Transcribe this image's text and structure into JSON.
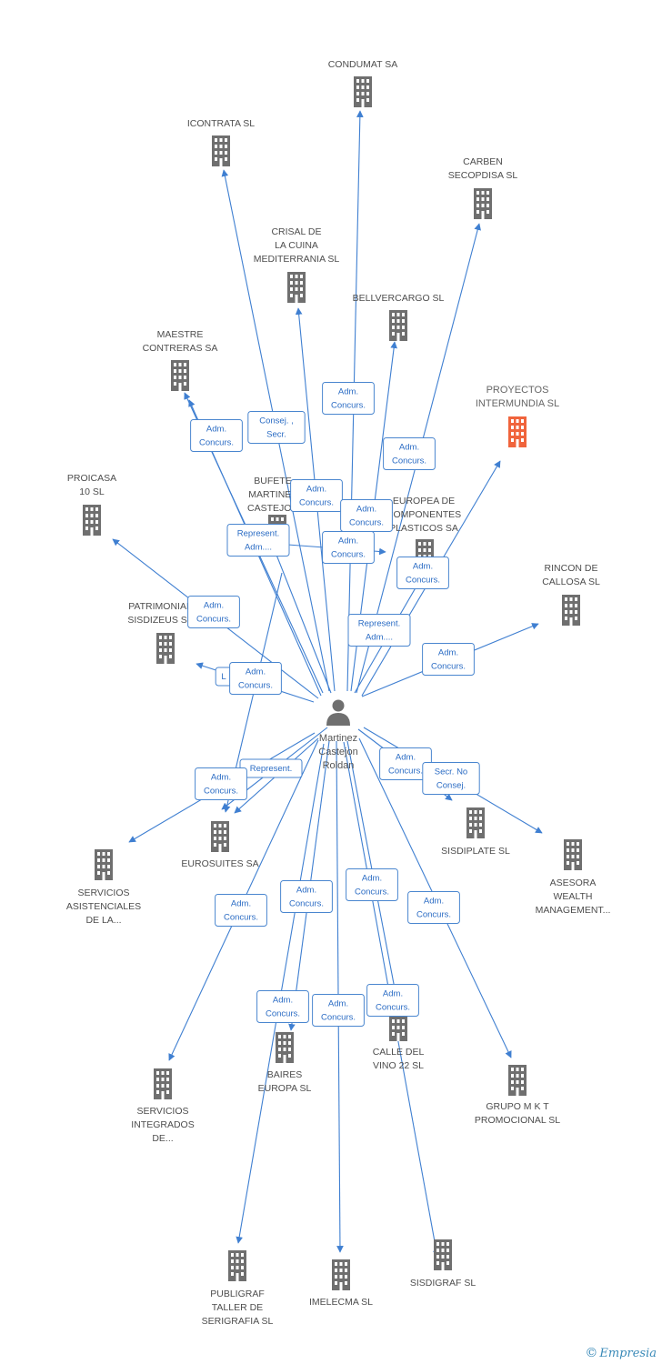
{
  "center": {
    "name": [
      "Martinez",
      "Castejon",
      "Roldan"
    ],
    "icon": "person-icon"
  },
  "colors": {
    "edge": "#3f7fd1",
    "building": "#6f6f6f",
    "highlight": "#f0643c",
    "role_text": "#2b6cc4"
  },
  "companies": [
    {
      "id": "condumat",
      "label": [
        "CONDUMAT SA"
      ],
      "icon": "building-icon"
    },
    {
      "id": "icontrata",
      "label": [
        "ICONTRATA SL"
      ],
      "icon": "building-icon"
    },
    {
      "id": "carben",
      "label": [
        "CARBEN",
        "SECOPDISA SL"
      ],
      "icon": "building-icon"
    },
    {
      "id": "crisal",
      "label": [
        "CRISAL DE",
        "LA CUINA",
        "MEDITERRANIA SL"
      ],
      "icon": "building-icon"
    },
    {
      "id": "bellvercargo",
      "label": [
        "BELLVERCARGO SL"
      ],
      "icon": "building-icon"
    },
    {
      "id": "maestre",
      "label": [
        "MAESTRE",
        "CONTRERAS SA"
      ],
      "icon": "building-icon"
    },
    {
      "id": "proyectos",
      "label": [
        "PROYECTOS",
        "INTERMUNDIA SL"
      ],
      "icon": "building-icon",
      "highlight": true
    },
    {
      "id": "proicasa",
      "label": [
        "PROICASA",
        "10 SL"
      ],
      "icon": "building-icon"
    },
    {
      "id": "bufete",
      "label": [
        "BUFETE",
        "MARTINEZ",
        "CASTEJON"
      ],
      "icon": "building-icon"
    },
    {
      "id": "europea",
      "label": [
        "EUROPEA DE",
        "COMPONENTES",
        "PLASTICOS SA"
      ],
      "icon": "building-icon"
    },
    {
      "id": "rincon",
      "label": [
        "RINCON DE",
        "CALLOSA SL"
      ],
      "icon": "building-icon"
    },
    {
      "id": "patrimonial",
      "label": [
        "PATRIMONIAL",
        "SISDIZEUS SL"
      ],
      "icon": "building-icon"
    },
    {
      "id": "eurosuites",
      "label": [
        "EUROSUITES SA"
      ],
      "icon": "building-icon"
    },
    {
      "id": "sisdiplate",
      "label": [
        "SISDIPLATE SL"
      ],
      "icon": "building-icon"
    },
    {
      "id": "asesora",
      "label": [
        "ASESORA",
        "WEALTH",
        "MANAGEMENT..."
      ],
      "icon": "building-icon"
    },
    {
      "id": "servicios_asist",
      "label": [
        "SERVICIOS",
        "ASISTENCIALES",
        "DE LA..."
      ],
      "icon": "building-icon"
    },
    {
      "id": "baires",
      "label": [
        "BAIRES",
        "EUROPA SL"
      ],
      "icon": "building-icon"
    },
    {
      "id": "calle_vino",
      "label": [
        "CALLE DEL",
        "VINO 22 SL"
      ],
      "icon": "building-icon"
    },
    {
      "id": "grupo_mkt",
      "label": [
        "GRUPO M K T",
        "PROMOCIONAL SL"
      ],
      "icon": "building-icon"
    },
    {
      "id": "servicios_integ",
      "label": [
        "SERVICIOS",
        "INTEGRADOS",
        "DE..."
      ],
      "icon": "building-icon"
    },
    {
      "id": "publigraf",
      "label": [
        "PUBLIGRAF",
        "TALLER DE",
        "SERIGRAFIA SL"
      ],
      "icon": "building-icon"
    },
    {
      "id": "imelecma",
      "label": [
        "IMELECMA SL"
      ],
      "icon": "building-icon"
    },
    {
      "id": "sisdigraf",
      "label": [
        "SISDIGRAF SL"
      ],
      "icon": "building-icon"
    }
  ],
  "roles": [
    {
      "id": "r1",
      "lines": [
        "Adm.",
        "Concurs."
      ]
    },
    {
      "id": "r2",
      "lines": [
        "Consej. ,",
        "Secr."
      ]
    },
    {
      "id": "r3",
      "lines": [
        "Adm.",
        "Concurs."
      ]
    },
    {
      "id": "r4",
      "lines": [
        "Adm.",
        "Concurs."
      ]
    },
    {
      "id": "r5",
      "lines": [
        "Adm.",
        "Concurs."
      ]
    },
    {
      "id": "r6",
      "lines": [
        "Adm.",
        "Concurs."
      ]
    },
    {
      "id": "r7",
      "lines": [
        "Represent.",
        "Adm...."
      ]
    },
    {
      "id": "r8",
      "lines": [
        "Adm.",
        "Concurs."
      ]
    },
    {
      "id": "r9",
      "lines": [
        "Adm.",
        "Concurs."
      ]
    },
    {
      "id": "r10",
      "lines": [
        "Adm.",
        "Concurs."
      ]
    },
    {
      "id": "r11",
      "lines": [
        "Represent.",
        "Adm...."
      ]
    },
    {
      "id": "r12",
      "lines": [
        "Adm.",
        "Concurs."
      ]
    },
    {
      "id": "r13",
      "lines": [
        "L"
      ]
    },
    {
      "id": "r14",
      "lines": [
        "Adm.",
        "Concurs."
      ]
    },
    {
      "id": "r15",
      "lines": [
        "Represent."
      ]
    },
    {
      "id": "r16",
      "lines": [
        "Adm.",
        "Concurs."
      ]
    },
    {
      "id": "r17",
      "lines": [
        "Adm.",
        "Concurs."
      ]
    },
    {
      "id": "r18",
      "lines": [
        "Secr.  No",
        "Consej."
      ]
    },
    {
      "id": "r19",
      "lines": [
        "Adm.",
        "Concurs."
      ]
    },
    {
      "id": "r20",
      "lines": [
        "Adm.",
        "Concurs."
      ]
    },
    {
      "id": "r21",
      "lines": [
        "Adm.",
        "Concurs."
      ]
    },
    {
      "id": "r22",
      "lines": [
        "Adm.",
        "Concurs."
      ]
    },
    {
      "id": "r23",
      "lines": [
        "Adm.",
        "Concurs."
      ]
    },
    {
      "id": "r24",
      "lines": [
        "Adm.",
        "Concurs."
      ]
    },
    {
      "id": "r25",
      "lines": [
        "Adm.",
        "Concurs."
      ]
    }
  ],
  "footer": {
    "copyright": "©",
    "brand": "Empresia"
  }
}
